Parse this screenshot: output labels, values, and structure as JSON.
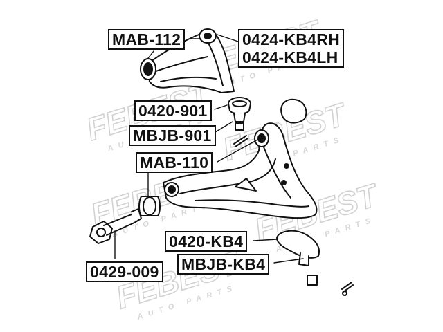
{
  "brand": {
    "watermark": "FEBEST",
    "watermark_sub": "AUTO PARTS"
  },
  "part_labels": {
    "upper_arm_bushing": "MAB-112",
    "upper_arm_rh": "0424-KB4RH",
    "upper_arm_lh": "0424-KB4LH",
    "upper_ball_joint": "0420-901",
    "upper_ball_joint_boot": "MBJB-901",
    "lower_arm_bushing": "MAB-110",
    "lower_arm": "0420-KB4",
    "lower_ball_joint_boot": "MBJB-KB4",
    "cam_bolt": "0429-009"
  },
  "colors": {
    "line": "#111111",
    "watermark": "#d6d6d6",
    "background": "#ffffff"
  }
}
